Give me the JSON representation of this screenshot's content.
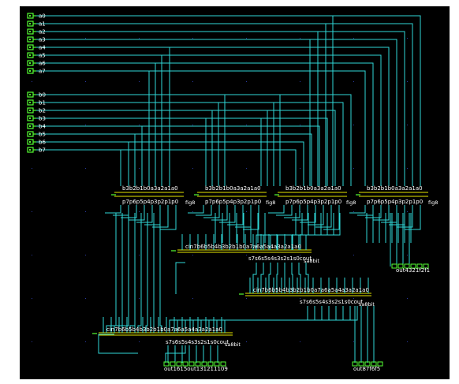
{
  "inputs_a": [
    "a0",
    "a1",
    "a2",
    "a3",
    "a4",
    "a5",
    "a6",
    "a7"
  ],
  "inputs_b": [
    "b0",
    "b1",
    "b2",
    "b3",
    "b4",
    "b5",
    "b6",
    "b7"
  ],
  "fig8_label": "fig8",
  "sa8bit_label": "sa8bit",
  "fig8_top_pins": "b3b2b1b0a3a2a1a0",
  "fig8_bottom_pins": "p7p6p5p4p3p2p1p0",
  "sa8bit_top_pins": "cin7b6b5b4b3b2b1b0a7a6a5a4a3a2a1a0",
  "sa8bit_bottom_pins": "s7s6s5s4s3s2s1s0cout",
  "outputs": [
    {
      "id": "out-top-right",
      "label": "out4321f2f1"
    },
    {
      "id": "out-bottom-left",
      "label": "out1615out131211109"
    },
    {
      "id": "out-bottom-right",
      "label": "out87f6f5"
    }
  ],
  "colors": {
    "background": "#000000",
    "wire": "#2fd8d8",
    "bus": "#e6e600",
    "pin": "#55ff33",
    "text": "#ffffff"
  }
}
